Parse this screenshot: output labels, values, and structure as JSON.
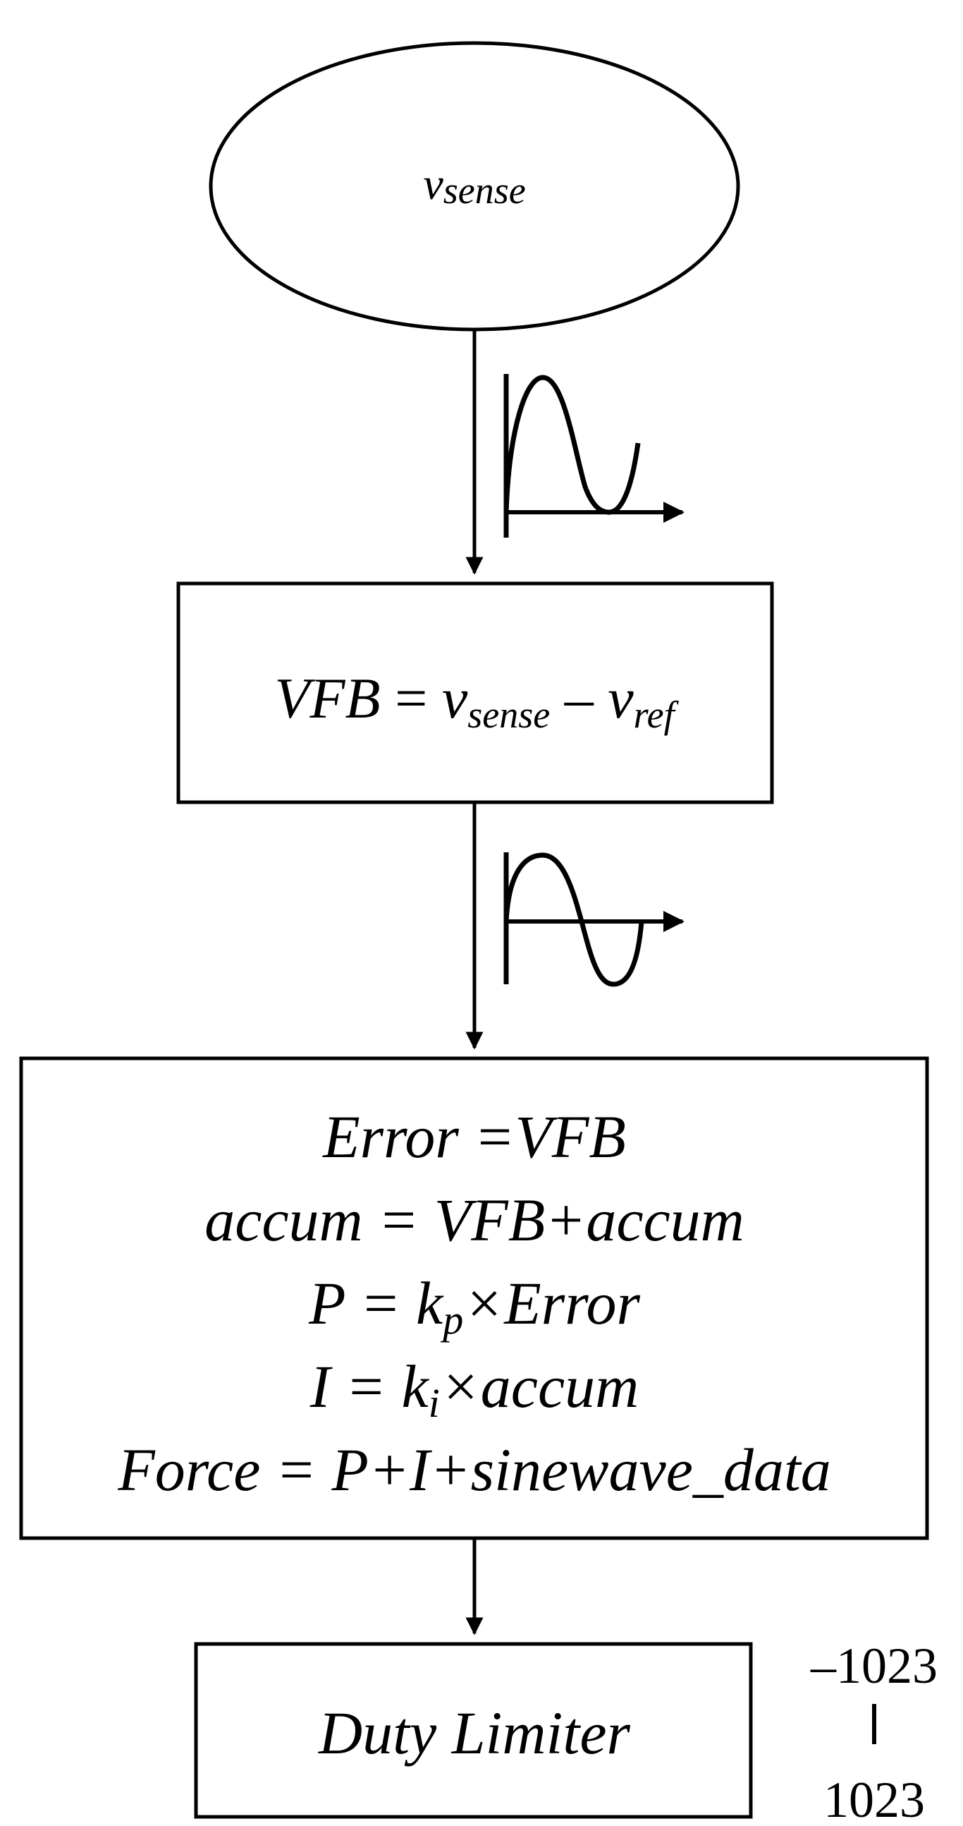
{
  "start_node": {
    "label_main": "v",
    "label_sub": "sense"
  },
  "feedback_block": {
    "lhs": "VFB",
    "eq": " = ",
    "v1": "v",
    "v1_sub": "sense",
    "minus": " – ",
    "v2": "v",
    "v2_sub": "ref"
  },
  "pi_block": {
    "line1": "Error =VFB",
    "line2": "accum = VFB+accum",
    "line3_lhs": "P = k",
    "line3_sub": "p",
    "line3_rhs": "×Error",
    "line4_lhs": "I = k",
    "line4_sub": "i",
    "line4_rhs": "×accum",
    "line5": "Force = P+I+sinewave_data"
  },
  "limiter_block": {
    "label": "Duty Limiter",
    "range_min": "–1023",
    "range_sep": "|",
    "range_max": "1023"
  },
  "waveform_icons": {
    "after_sense": "rectified-sine-icon",
    "after_feedback": "ac-sine-icon"
  },
  "colors": {
    "stroke": "#000000",
    "background": "#ffffff"
  }
}
